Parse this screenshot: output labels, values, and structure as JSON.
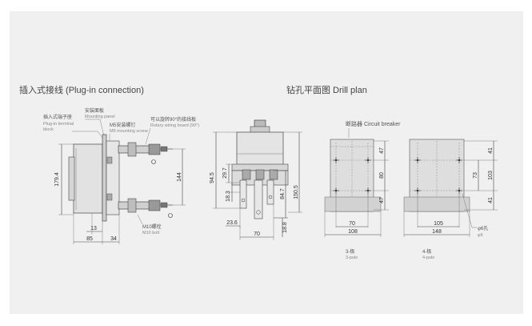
{
  "titles": {
    "plugin": "插入式接线 (Plug-in connection)",
    "drill": "钻孔平面图 Drill plan"
  },
  "side_view": {
    "label_terminal_cn": "插入式端子座",
    "label_terminal_en1": "Plug-in terminal",
    "label_terminal_en2": "block",
    "label_panel_cn": "安装面板",
    "label_panel_en": "Mounting panel",
    "label_screw_cn": "M5安装螺钉",
    "label_screw_en": "M5 mounting screw",
    "label_rotary_cn": "可以旋转90°的接线板",
    "label_rotary_en": "Rotary wiring board (90°)",
    "label_bolt_cn": "M10螺栓",
    "label_bolt_en": "M10 bolt",
    "dim_1794": "179.4",
    "dim_144": "144",
    "dim_13": "13",
    "dim_85": "85",
    "dim_34": "34"
  },
  "front_view": {
    "dim_945": "94.5",
    "dim_297": "29.7",
    "dim_183": "18.3",
    "dim_847": "84.7",
    "dim_1505": "150.5",
    "dim_236": "23.6",
    "dim_70": "70",
    "dim_188": "18.8"
  },
  "drill": {
    "label_breaker": "断路器 Circuit breaker",
    "pole3": {
      "dim_47a": "47",
      "dim_80": "80",
      "dim_47b": "47",
      "dim_70": "70",
      "dim_108": "108",
      "caption_cn": "3-极",
      "caption_en": "3-pole"
    },
    "pole4": {
      "dim_41a": "41",
      "dim_73": "73",
      "dim_103": "103",
      "dim_41b": "41",
      "dim_105": "105",
      "dim_148": "148",
      "hole1": "φ6孔",
      "hole2": "φ6",
      "caption_cn": "4-极",
      "caption_en": "4-pole"
    }
  }
}
